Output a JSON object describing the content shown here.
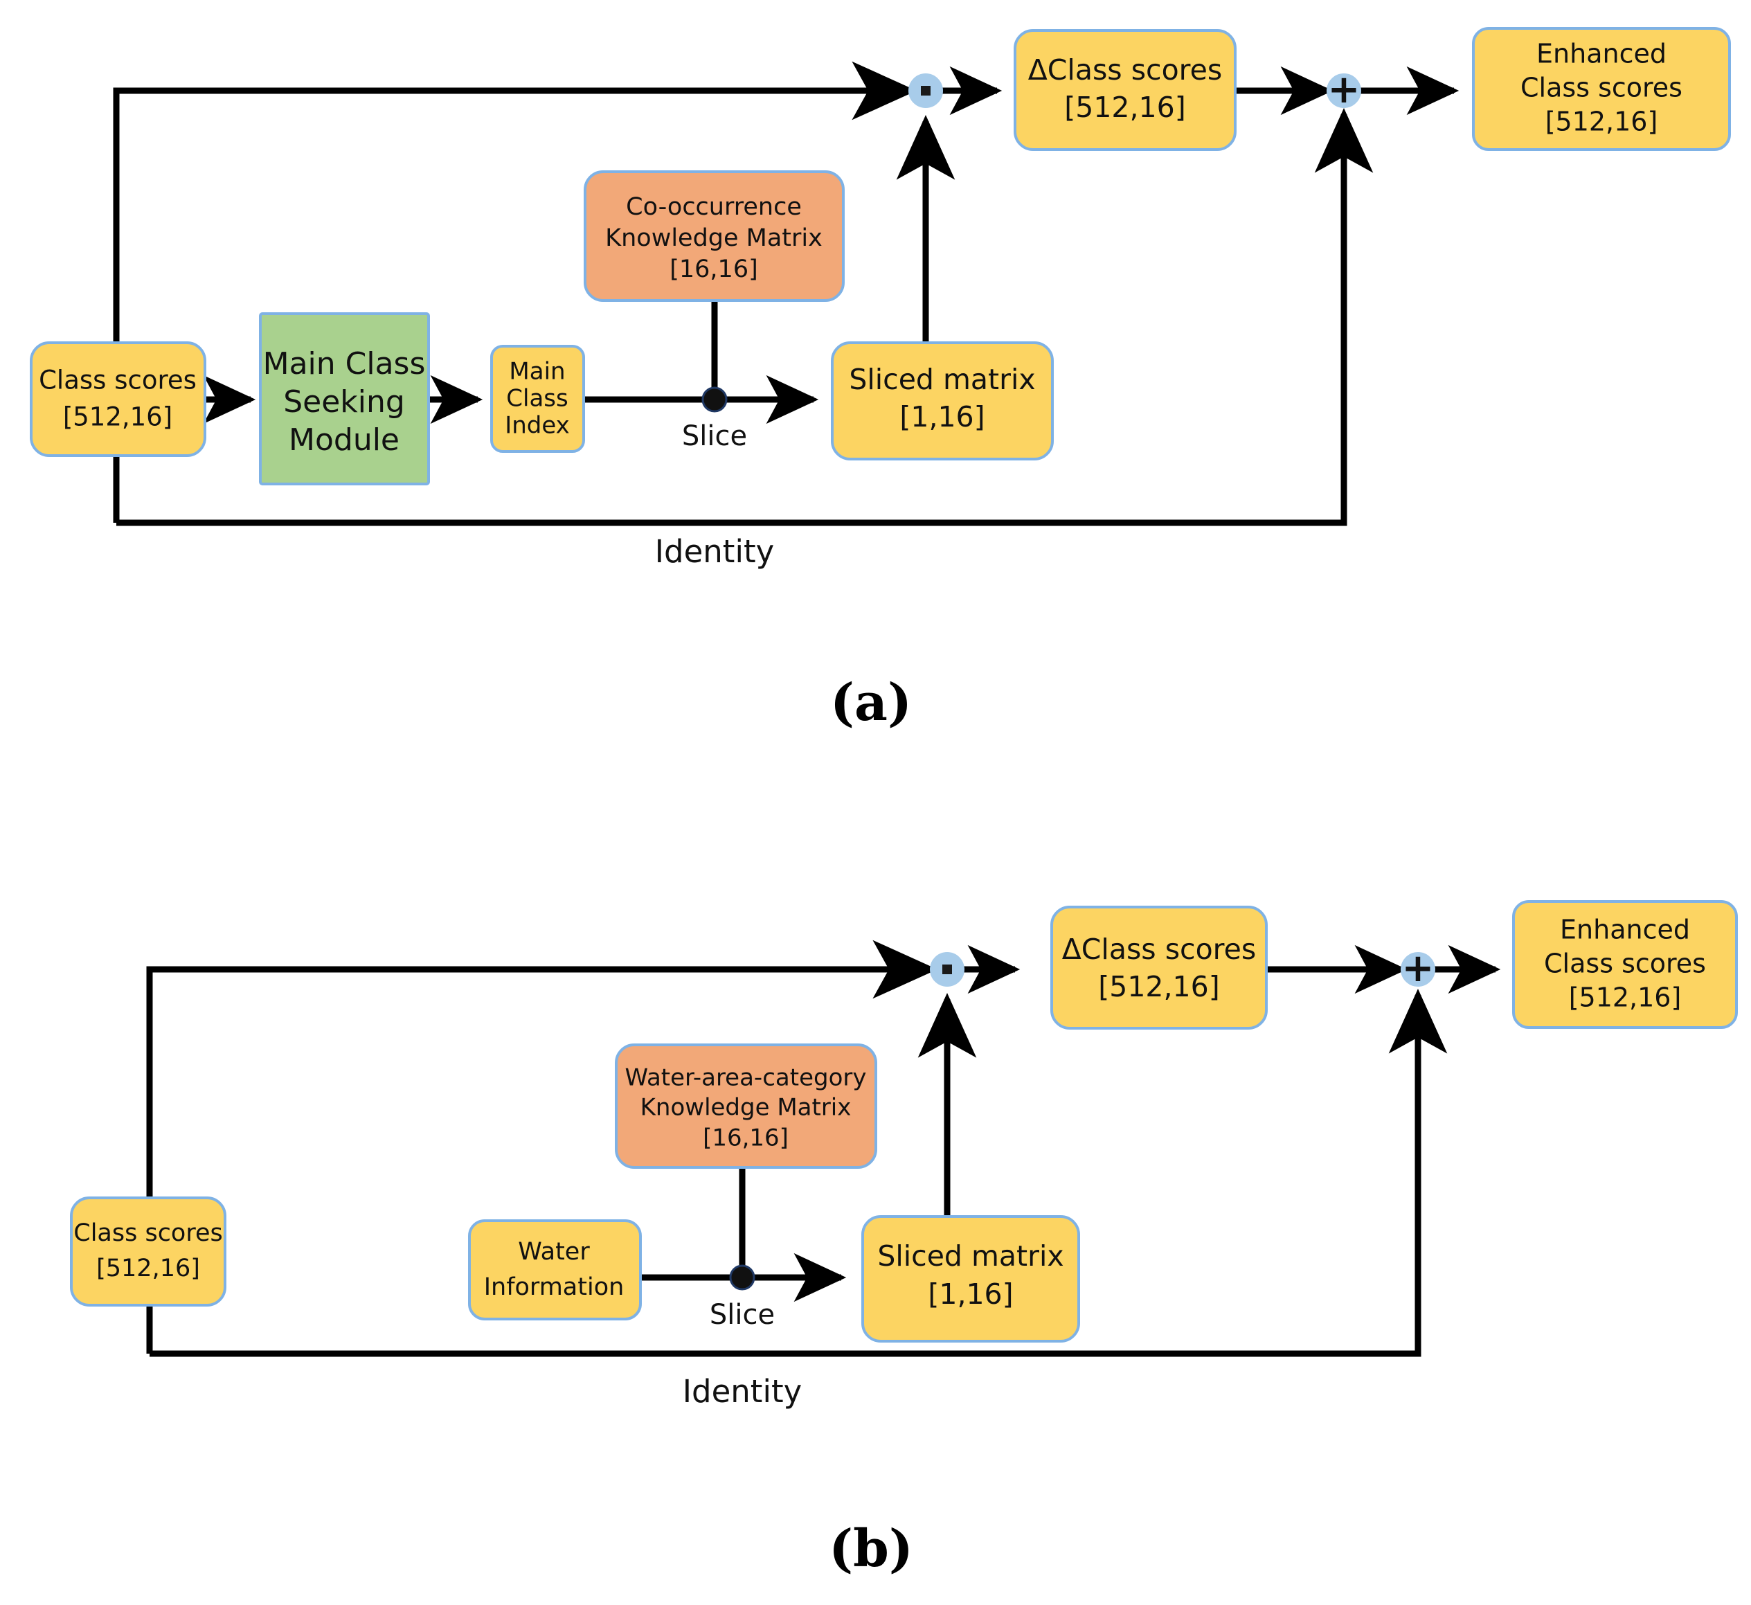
{
  "figure": {
    "type": "diagram",
    "background": "#ffffff",
    "panels": [
      {
        "id": "a",
        "caption": "(a)",
        "nodes": {
          "class_scores": {
            "label_line1": "Class scores",
            "label_line2": "[512,16]",
            "fill": "#FCD462",
            "stroke": "#7FB2E5"
          },
          "seeking_module": {
            "label_line1": "Main Class",
            "label_line2": "Seeking",
            "label_line3": "Module",
            "fill": "#A9D18E",
            "stroke": "#7FB2E5"
          },
          "main_class_index": {
            "label_line1": "Main",
            "label_line2": "Class",
            "label_line3": "Index",
            "fill": "#FCD462",
            "stroke": "#7FB2E5"
          },
          "knowledge_matrix": {
            "label_line1": "Co-occurrence",
            "label_line2": "Knowledge Matrix",
            "label_line3": "[16,16]",
            "fill": "#F2A878",
            "stroke": "#7FB2E5"
          },
          "sliced_matrix": {
            "label_line1": "Sliced matrix",
            "label_line2": "[1,16]",
            "fill": "#FCD462",
            "stroke": "#7FB2E5"
          },
          "delta_class_scores": {
            "label_line1": "ΔClass scores",
            "label_line2": "[512,16]",
            "fill": "#FCD462",
            "stroke": "#7FB2E5"
          },
          "enhanced_class_scores": {
            "label_line1": "Enhanced",
            "label_line2": "Class scores",
            "label_line3": "[512,16]",
            "fill": "#FCD462",
            "stroke": "#7FB2E5"
          }
        },
        "operators": {
          "multiply": {
            "symbol": "·",
            "fill": "#A8CCEA",
            "name": "multiply-operator"
          },
          "add": {
            "symbol": "+",
            "fill": "#A8CCEA",
            "name": "add-operator"
          }
        },
        "edge_labels": {
          "slice": "Slice",
          "identity": "Identity"
        }
      },
      {
        "id": "b",
        "caption": "(b)",
        "nodes": {
          "class_scores": {
            "label_line1": "Class scores",
            "label_line2": "[512,16]",
            "fill": "#FCD462",
            "stroke": "#7FB2E5"
          },
          "water_information": {
            "label_line1": "Water",
            "label_line2": "Information",
            "fill": "#FCD462",
            "stroke": "#7FB2E5"
          },
          "knowledge_matrix": {
            "label_line1": "Water-area-category",
            "label_line2": "Knowledge Matrix",
            "label_line3": "[16,16]",
            "fill": "#F2A878",
            "stroke": "#7FB2E5"
          },
          "sliced_matrix": {
            "label_line1": "Sliced matrix",
            "label_line2": "[1,16]",
            "fill": "#FCD462",
            "stroke": "#7FB2E5"
          },
          "delta_class_scores": {
            "label_line1": "ΔClass scores",
            "label_line2": "[512,16]",
            "fill": "#FCD462",
            "stroke": "#7FB2E5"
          },
          "enhanced_class_scores": {
            "label_line1": "Enhanced",
            "label_line2": "Class scores",
            "label_line3": "[512,16]",
            "fill": "#FCD462",
            "stroke": "#7FB2E5"
          }
        },
        "operators": {
          "multiply": {
            "symbol": "·",
            "fill": "#A8CCEA",
            "name": "multiply-operator"
          },
          "add": {
            "symbol": "+",
            "fill": "#A8CCEA",
            "name": "add-operator"
          }
        },
        "edge_labels": {
          "slice": "Slice",
          "identity": "Identity"
        }
      }
    ]
  }
}
